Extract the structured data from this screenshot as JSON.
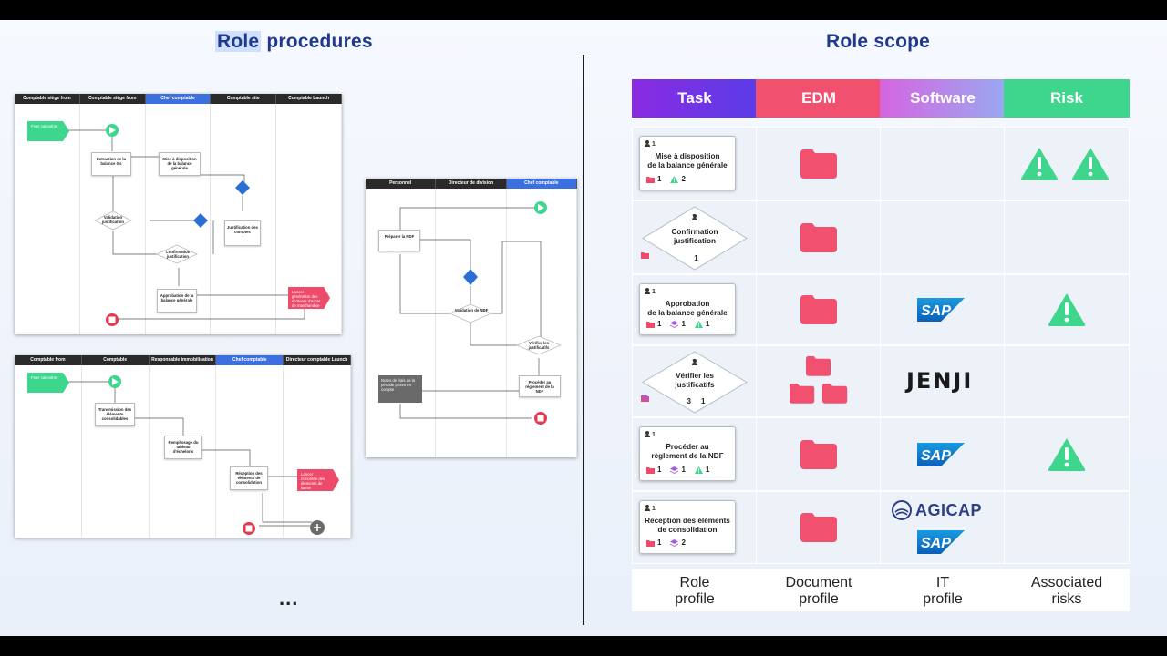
{
  "left_title_prefix": "Role",
  "left_title_rest": " procedures",
  "right_title": "Role scope",
  "ellipsis": "...",
  "card1": {
    "lanes": [
      "Comptable siège from",
      "Comptable siège from",
      "Chef comptable",
      "Comptable site",
      "Comptable Launch"
    ],
    "active_lane": 2,
    "start": "Fixer\ncalendrier",
    "nodes": [
      "Extraction de la balance 0.s",
      "Mise à disposition de la balance générale",
      "Justification des comptes",
      "Validation justification",
      "Confirmation justification",
      "Approbation de la balance générale"
    ],
    "end_chevron": "Lancer génération des écritures d'achat de marchandise"
  },
  "card2": {
    "lanes": [
      "Comptable from",
      "Comptable",
      "Responsable immobilisation",
      "Chef comptable",
      "Directeur comptable Launch"
    ],
    "active_lane": 3,
    "start": "Fixer\ncalendrier",
    "nodes": [
      "Transmission des éléments consolidables",
      "Remplissage du tableau d'échelons",
      "Réception des éléments de consolidation"
    ],
    "end_chevron": "Lancer remontée des éléments de liasse"
  },
  "card3": {
    "lanes": [
      "Personnel",
      "Directeur de division",
      "Chef comptable"
    ],
    "active_lane": 2,
    "nodes": [
      "Préparer la NDF",
      "Validation de NDF",
      "Vérifier les justificatifs",
      "Procéder au règlement de la NDF"
    ],
    "dark_node": "Notes de frais de la période prises en compte"
  },
  "columns": [
    {
      "label": "Task",
      "color_from": "#8a2be2",
      "color_to": "#5a3ce8"
    },
    {
      "label": "EDM",
      "color_from": "#f1506e",
      "color_to": "#f1506e"
    },
    {
      "label": "Software",
      "color_from": "#d565e0",
      "color_to": "#9aa8f0"
    },
    {
      "label": "Risk",
      "color_from": "#3ed68c",
      "color_to": "#3ed68c"
    }
  ],
  "bottom_labels": [
    {
      "line1": "Role",
      "line2": "profile"
    },
    {
      "line1": "Document",
      "line2": "profile"
    },
    {
      "line1": "IT",
      "line2": "profile"
    },
    {
      "line1": "Associated",
      "line2": "risks"
    }
  ],
  "rows": [
    {
      "shape": "box",
      "user": "1",
      "line1": "Mise à disposition",
      "line2": "de la balance générale",
      "badges": {
        "folder": "1",
        "risk": "2"
      },
      "edm": "folder",
      "software": [],
      "risks": 2
    },
    {
      "shape": "diamond",
      "user": "1",
      "line1": "Confirmation",
      "line2": "justification",
      "badges": {
        "folder": "1"
      },
      "edm": "folder",
      "software": [],
      "risks": 0
    },
    {
      "shape": "box",
      "user": "1",
      "line1": "Approbation",
      "line2": "de la balance générale",
      "badges": {
        "folder": "1",
        "stack": "1",
        "risk": "1"
      },
      "edm": "folder",
      "software": [
        "SAP"
      ],
      "risks": 1
    },
    {
      "shape": "diamond",
      "user": "1",
      "line1": "Vérifier les",
      "line2": "justificatifs",
      "badges": {
        "folder": "3",
        "stack": "1"
      },
      "edm": "folder-group",
      "software": [
        "JENJI"
      ],
      "risks": 0
    },
    {
      "shape": "box",
      "user": "1",
      "line1": "Procéder au",
      "line2": "règlement de la NDF",
      "badges": {
        "folder": "1",
        "stack": "1",
        "risk": "1"
      },
      "edm": "folder",
      "software": [
        "SAP"
      ],
      "risks": 1
    },
    {
      "shape": "box",
      "user": "1",
      "line1": "Réception des éléments",
      "line2": "de consolidation",
      "badges": {
        "folder": "1",
        "stack": "2"
      },
      "edm": "folder",
      "software": [
        "AGICAP",
        "SAP"
      ],
      "risks": 0
    }
  ]
}
